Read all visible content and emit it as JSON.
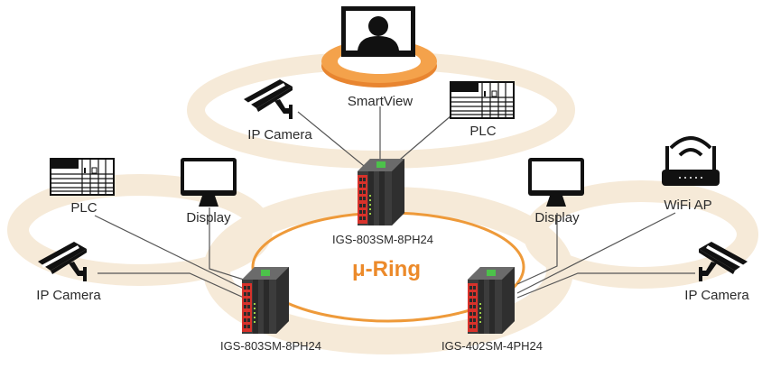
{
  "diagram": {
    "title": "μ-Ring",
    "colors": {
      "ring_main": "#ee9a3a",
      "ring_halo": "#f6ead8",
      "smartview_ring": "#f0953a",
      "switch_body": "#4a4a4a",
      "port_panel": "#d8322b",
      "connector": "#4cc24a"
    },
    "switches": [
      {
        "id": "sw-top",
        "model": "IGS-803SM-8PH24"
      },
      {
        "id": "sw-left",
        "model": "IGS-803SM-8PH24"
      },
      {
        "id": "sw-right",
        "model": "IGS-402SM-4PH24"
      }
    ],
    "devices": [
      {
        "id": "smartview",
        "label": "SmartView",
        "icon": "monitor-person-icon"
      },
      {
        "id": "cam-top",
        "label": "IP Camera",
        "icon": "security-camera-icon"
      },
      {
        "id": "plc-top",
        "label": "PLC",
        "icon": "plc-icon"
      },
      {
        "id": "plc-left",
        "label": "PLC",
        "icon": "plc-icon"
      },
      {
        "id": "display-left",
        "label": "Display",
        "icon": "monitor-icon"
      },
      {
        "id": "cam-left",
        "label": "IP Camera",
        "icon": "security-camera-icon"
      },
      {
        "id": "display-right",
        "label": "Display",
        "icon": "monitor-icon"
      },
      {
        "id": "wifi-right",
        "label": "WiFi AP",
        "icon": "wifi-router-icon"
      },
      {
        "id": "cam-right",
        "label": "IP Camera",
        "icon": "security-camera-icon"
      }
    ]
  }
}
